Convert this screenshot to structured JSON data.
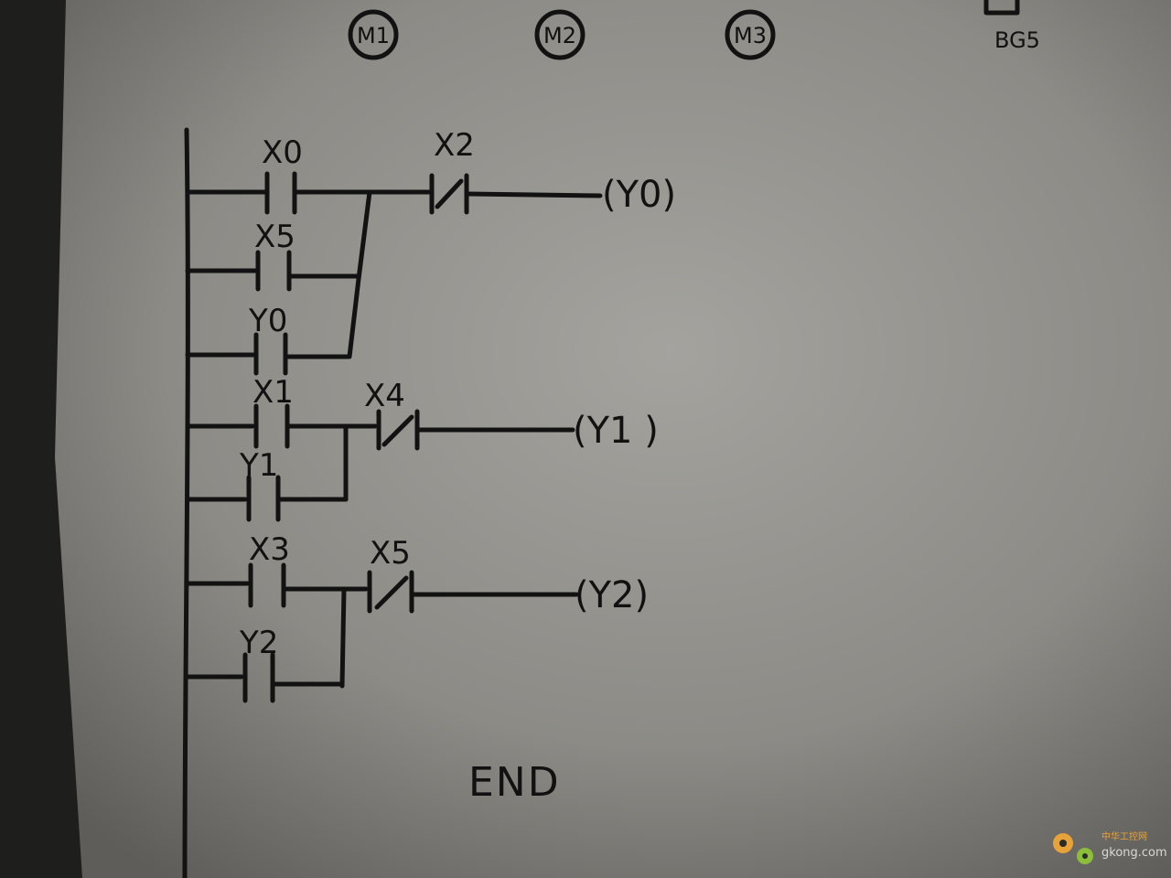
{
  "header_symbols": {
    "items": [
      {
        "label": "M1"
      },
      {
        "label": "M2"
      },
      {
        "label": "M3"
      },
      {
        "label": "BG5"
      }
    ]
  },
  "ladder": {
    "rungs": [
      {
        "coil": "(Y0)",
        "branch_contacts": [
          {
            "label": "X0",
            "type": "NO"
          },
          {
            "label": "X5",
            "type": "NO"
          },
          {
            "label": "Y0",
            "type": "NO"
          }
        ],
        "series_contact": {
          "label": "X2",
          "type": "NC"
        }
      },
      {
        "coil": "(Y1 )",
        "branch_contacts": [
          {
            "label": "X1",
            "type": "NO"
          },
          {
            "label": "Y1",
            "type": "NO"
          }
        ],
        "series_contact": {
          "label": "X4",
          "type": "NC"
        }
      },
      {
        "coil": "(Y2)",
        "branch_contacts": [
          {
            "label": "X3",
            "type": "NO"
          },
          {
            "label": "Y2",
            "type": "NO"
          }
        ],
        "series_contact": {
          "label": "X5",
          "type": "NC"
        }
      }
    ],
    "end_label": "END"
  },
  "watermark": {
    "cn_text": "中华工控网",
    "url": "gkong.com",
    "accent_color": "#e8a23a"
  },
  "colors": {
    "paper": "#8e8d88",
    "ink": "#121212",
    "background": "#1e1e1c"
  }
}
